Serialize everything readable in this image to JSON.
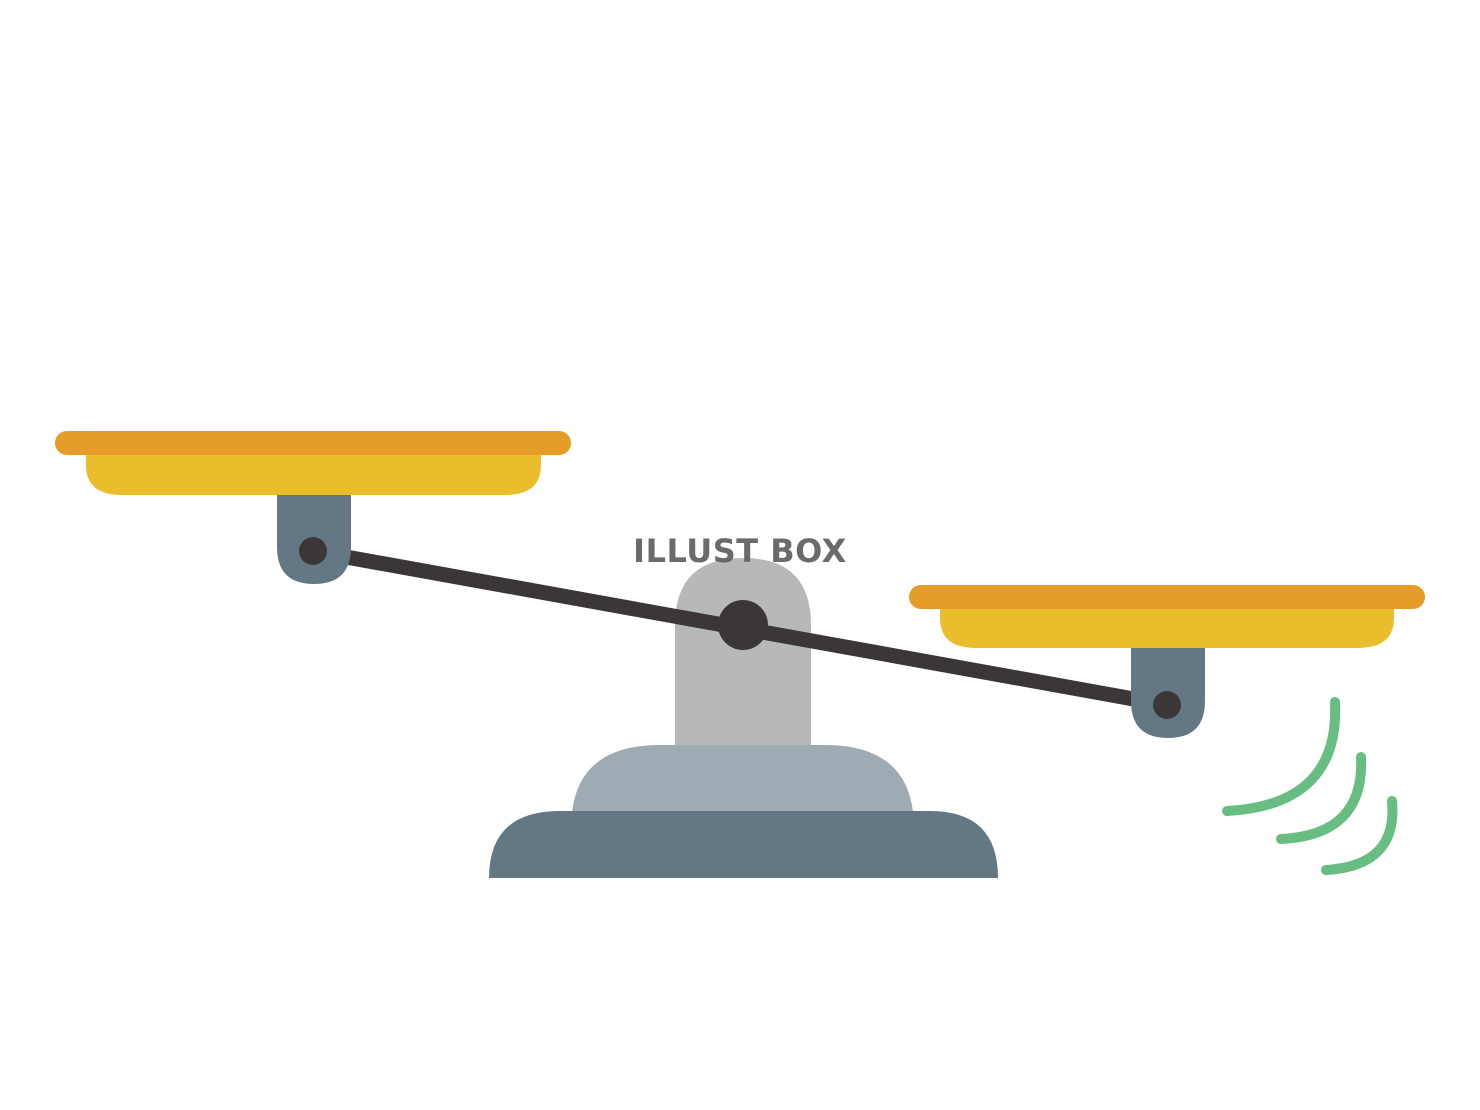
{
  "illustration": {
    "subject": "balance-scale",
    "tilt": "right-side-down"
  },
  "watermark": {
    "text": "ILLUST BOX"
  },
  "colors": {
    "background": "#ffffff",
    "pan_rim": "#e69c29",
    "pan_body": "#e9bd2b",
    "hanger": "#637884",
    "pivot_dot": "#3b3737",
    "beam": "#3b3737",
    "post": "#b7b9b8",
    "base_upper": "#9eabb3",
    "base_lower": "#637884",
    "motion_lines": "#68bd82"
  },
  "icons": {
    "left_pan": "scale-pan-icon",
    "right_pan": "scale-pan-icon",
    "fulcrum": "fulcrum-icon",
    "motion": "motion-lines-icon"
  }
}
